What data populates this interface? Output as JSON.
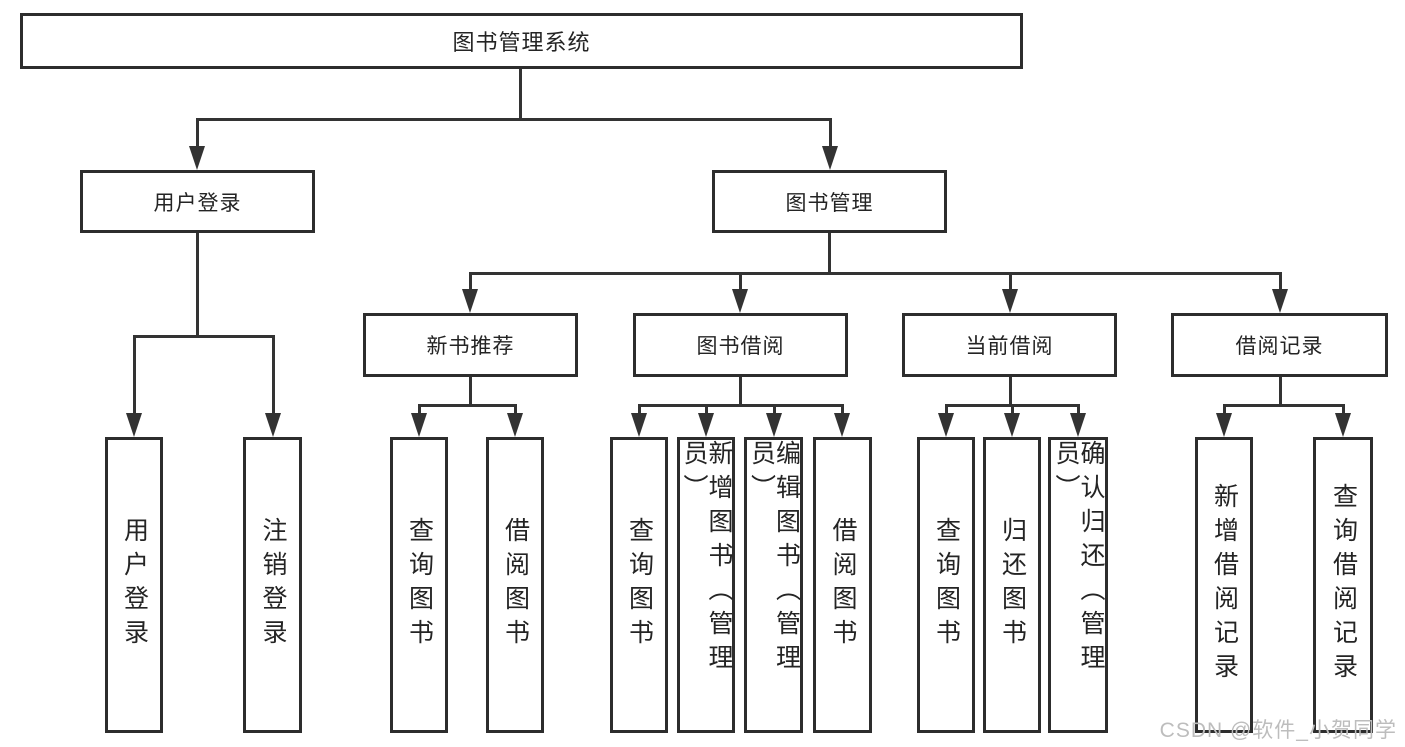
{
  "nodes": {
    "root": {
      "label": "图书管理系统"
    },
    "user_login": {
      "label": "用户登录"
    },
    "book_management": {
      "label": "图书管理"
    },
    "new_book_recommend": {
      "label": "新书推荐"
    },
    "book_borrowing": {
      "label": "图书借阅"
    },
    "current_borrowing": {
      "label": "当前借阅"
    },
    "borrowing_records": {
      "label": "借阅记录"
    },
    "leaf_user_login": {
      "label": "用户登录"
    },
    "leaf_logout": {
      "label": "注销登录"
    },
    "leaf_query_books_1": {
      "label": "查询图书"
    },
    "leaf_borrow_books_1": {
      "label": "借阅图书"
    },
    "leaf_query_books_2": {
      "label": "查询图书"
    },
    "leaf_add_book_admin": {
      "label": "新增图书（管理员）"
    },
    "leaf_edit_book_admin": {
      "label": "编辑图书（管理员）"
    },
    "leaf_borrow_books_2": {
      "label": "借阅图书"
    },
    "leaf_query_books_3": {
      "label": "查询图书"
    },
    "leaf_return_books": {
      "label": "归还图书"
    },
    "leaf_confirm_return_admin": {
      "label": "确认归还（管理员）"
    },
    "leaf_add_borrow_record": {
      "label": "新增借阅记录"
    },
    "leaf_query_borrow_record": {
      "label": "查询借阅记录"
    }
  },
  "watermark": {
    "text": "CSDN @软件_小贺同学"
  },
  "colors": {
    "line": "#333333",
    "box_border": "#2d2d2d",
    "box_fill": "#ffffff",
    "text": "#242424",
    "watermark": "#bdbdbd"
  }
}
